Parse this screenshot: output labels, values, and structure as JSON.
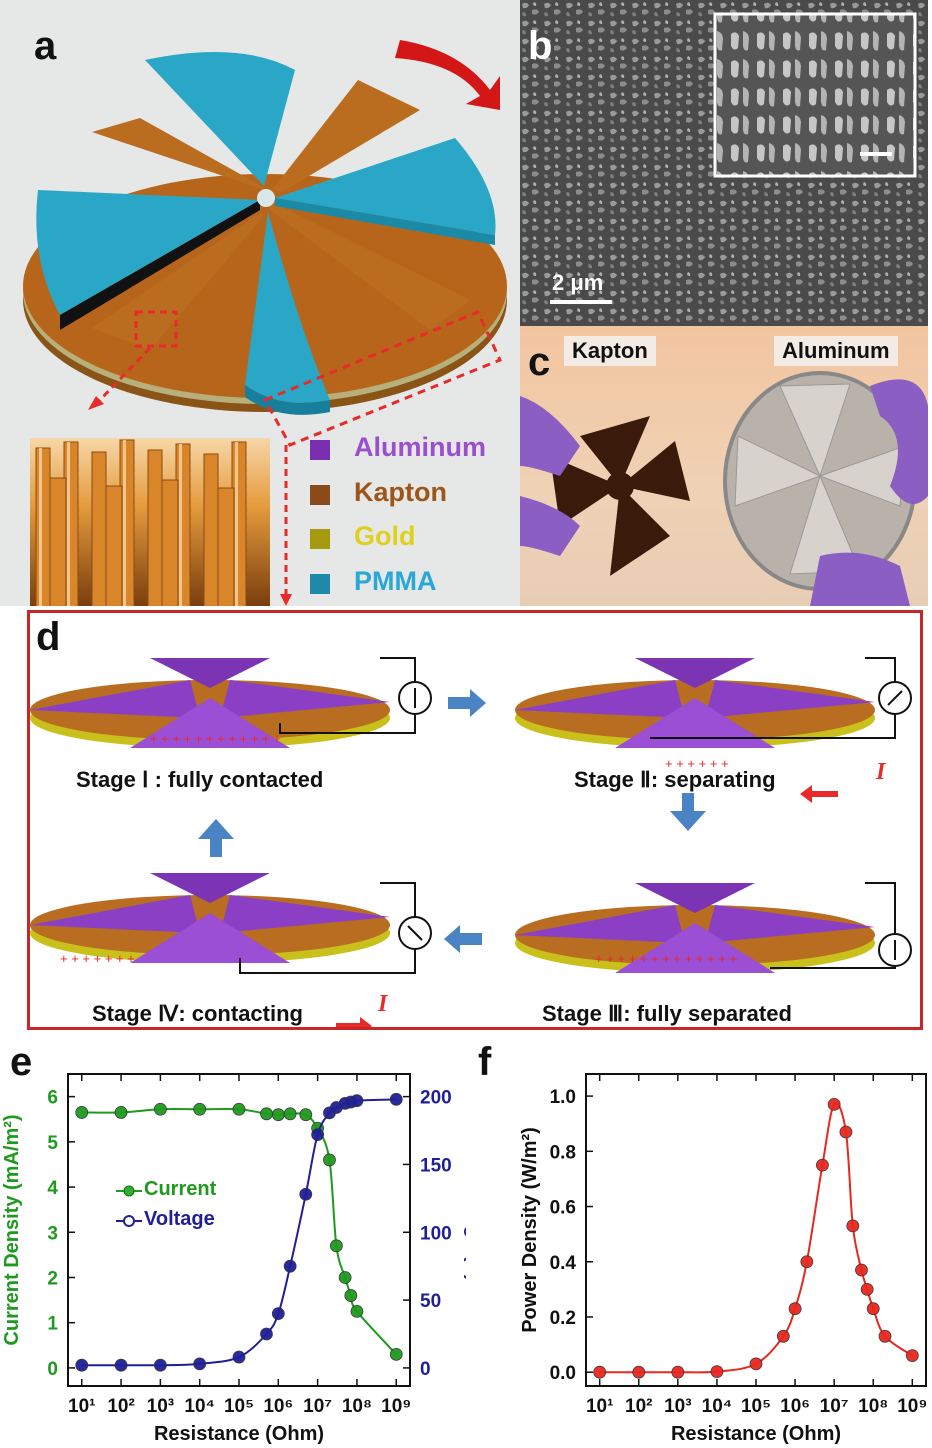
{
  "panels": {
    "a": "a",
    "b": "b",
    "c": "c",
    "d": "d",
    "e": "e",
    "f": "f"
  },
  "legend": [
    {
      "label": "Aluminum",
      "color": "#8e3fbf"
    },
    {
      "label": "Kapton",
      "color": "#b0621a"
    },
    {
      "label": "Gold",
      "color": "#d4c414"
    },
    {
      "label": "PMMA",
      "color": "#2aa7c7"
    }
  ],
  "sem": {
    "scalebar": "2 μm"
  },
  "photo": {
    "left_label": "Kapton",
    "right_label": "Aluminum"
  },
  "stages": {
    "s1": "Stage Ⅰ : fully contacted",
    "s2": "Stage Ⅱ: separating",
    "s3": "Stage Ⅲ: fully separated",
    "s4": "Stage Ⅳ: contacting",
    "current_symbol": "I"
  },
  "chart_data": [
    {
      "type": "line",
      "xlabel": "Resistance (Ohm)",
      "ylabel": "Current Density (mA/m²)",
      "y2label": "Voltage (V)",
      "xscale": "log",
      "xlim": [
        10,
        1000000000
      ],
      "ylim": [
        -0.4,
        6.5
      ],
      "y2lim": [
        -13.33,
        216.67
      ],
      "xticks": [
        "10¹",
        "10²",
        "10³",
        "10⁴",
        "10⁵",
        "10⁶",
        "10⁷",
        "10⁸",
        "10⁹"
      ],
      "yticks": [
        "0",
        "1",
        "2",
        "3",
        "4",
        "5",
        "6"
      ],
      "y2ticks": [
        "0",
        "50",
        "100",
        "150",
        "200"
      ],
      "legend_position": "center-left",
      "series": [
        {
          "name": "Current",
          "color": "#1e9a1e",
          "axis": "left",
          "x": [
            10,
            100,
            1000,
            10000,
            100000,
            500000,
            1000000,
            2000000,
            5000000,
            10000000,
            20000000,
            30000000,
            50000000,
            70000000,
            100000000,
            1000000000
          ],
          "values": [
            5.65,
            5.65,
            5.72,
            5.72,
            5.72,
            5.62,
            5.6,
            5.62,
            5.6,
            5.3,
            4.6,
            2.7,
            2.0,
            1.6,
            1.25,
            0.3
          ]
        },
        {
          "name": "Voltage",
          "color": "#1f1f9a",
          "axis": "right",
          "x": [
            10,
            100,
            1000,
            10000,
            100000,
            500000,
            1000000,
            2000000,
            5000000,
            10000000,
            20000000,
            30000000,
            50000000,
            70000000,
            100000000,
            1000000000
          ],
          "values": [
            2,
            2,
            2,
            3,
            8,
            25,
            40,
            75,
            128,
            172,
            188,
            192,
            195,
            196,
            197,
            198
          ]
        }
      ]
    },
    {
      "type": "line",
      "xlabel": "Resistance (Ohm)",
      "ylabel": "Power Density (W/m²)",
      "xscale": "log",
      "xlim": [
        10,
        1000000000
      ],
      "ylim": [
        -0.05,
        1.08
      ],
      "xticks": [
        "10¹",
        "10²",
        "10³",
        "10⁴",
        "10⁵",
        "10⁶",
        "10⁷",
        "10⁸",
        "10⁹"
      ],
      "yticks": [
        "0.0",
        "0.2",
        "0.4",
        "0.6",
        "0.8",
        "1.0"
      ],
      "series": [
        {
          "name": "",
          "color": "#e8281e",
          "x": [
            10,
            100,
            1000,
            10000,
            100000,
            500000,
            1000000,
            2000000,
            5000000,
            10000000,
            20000000,
            30000000,
            50000000,
            70000000,
            100000000,
            200000000,
            1000000000
          ],
          "values": [
            0.0,
            0.0,
            0.0,
            0.002,
            0.03,
            0.13,
            0.23,
            0.4,
            0.75,
            0.97,
            0.87,
            0.53,
            0.37,
            0.3,
            0.23,
            0.13,
            0.06
          ]
        }
      ]
    }
  ]
}
